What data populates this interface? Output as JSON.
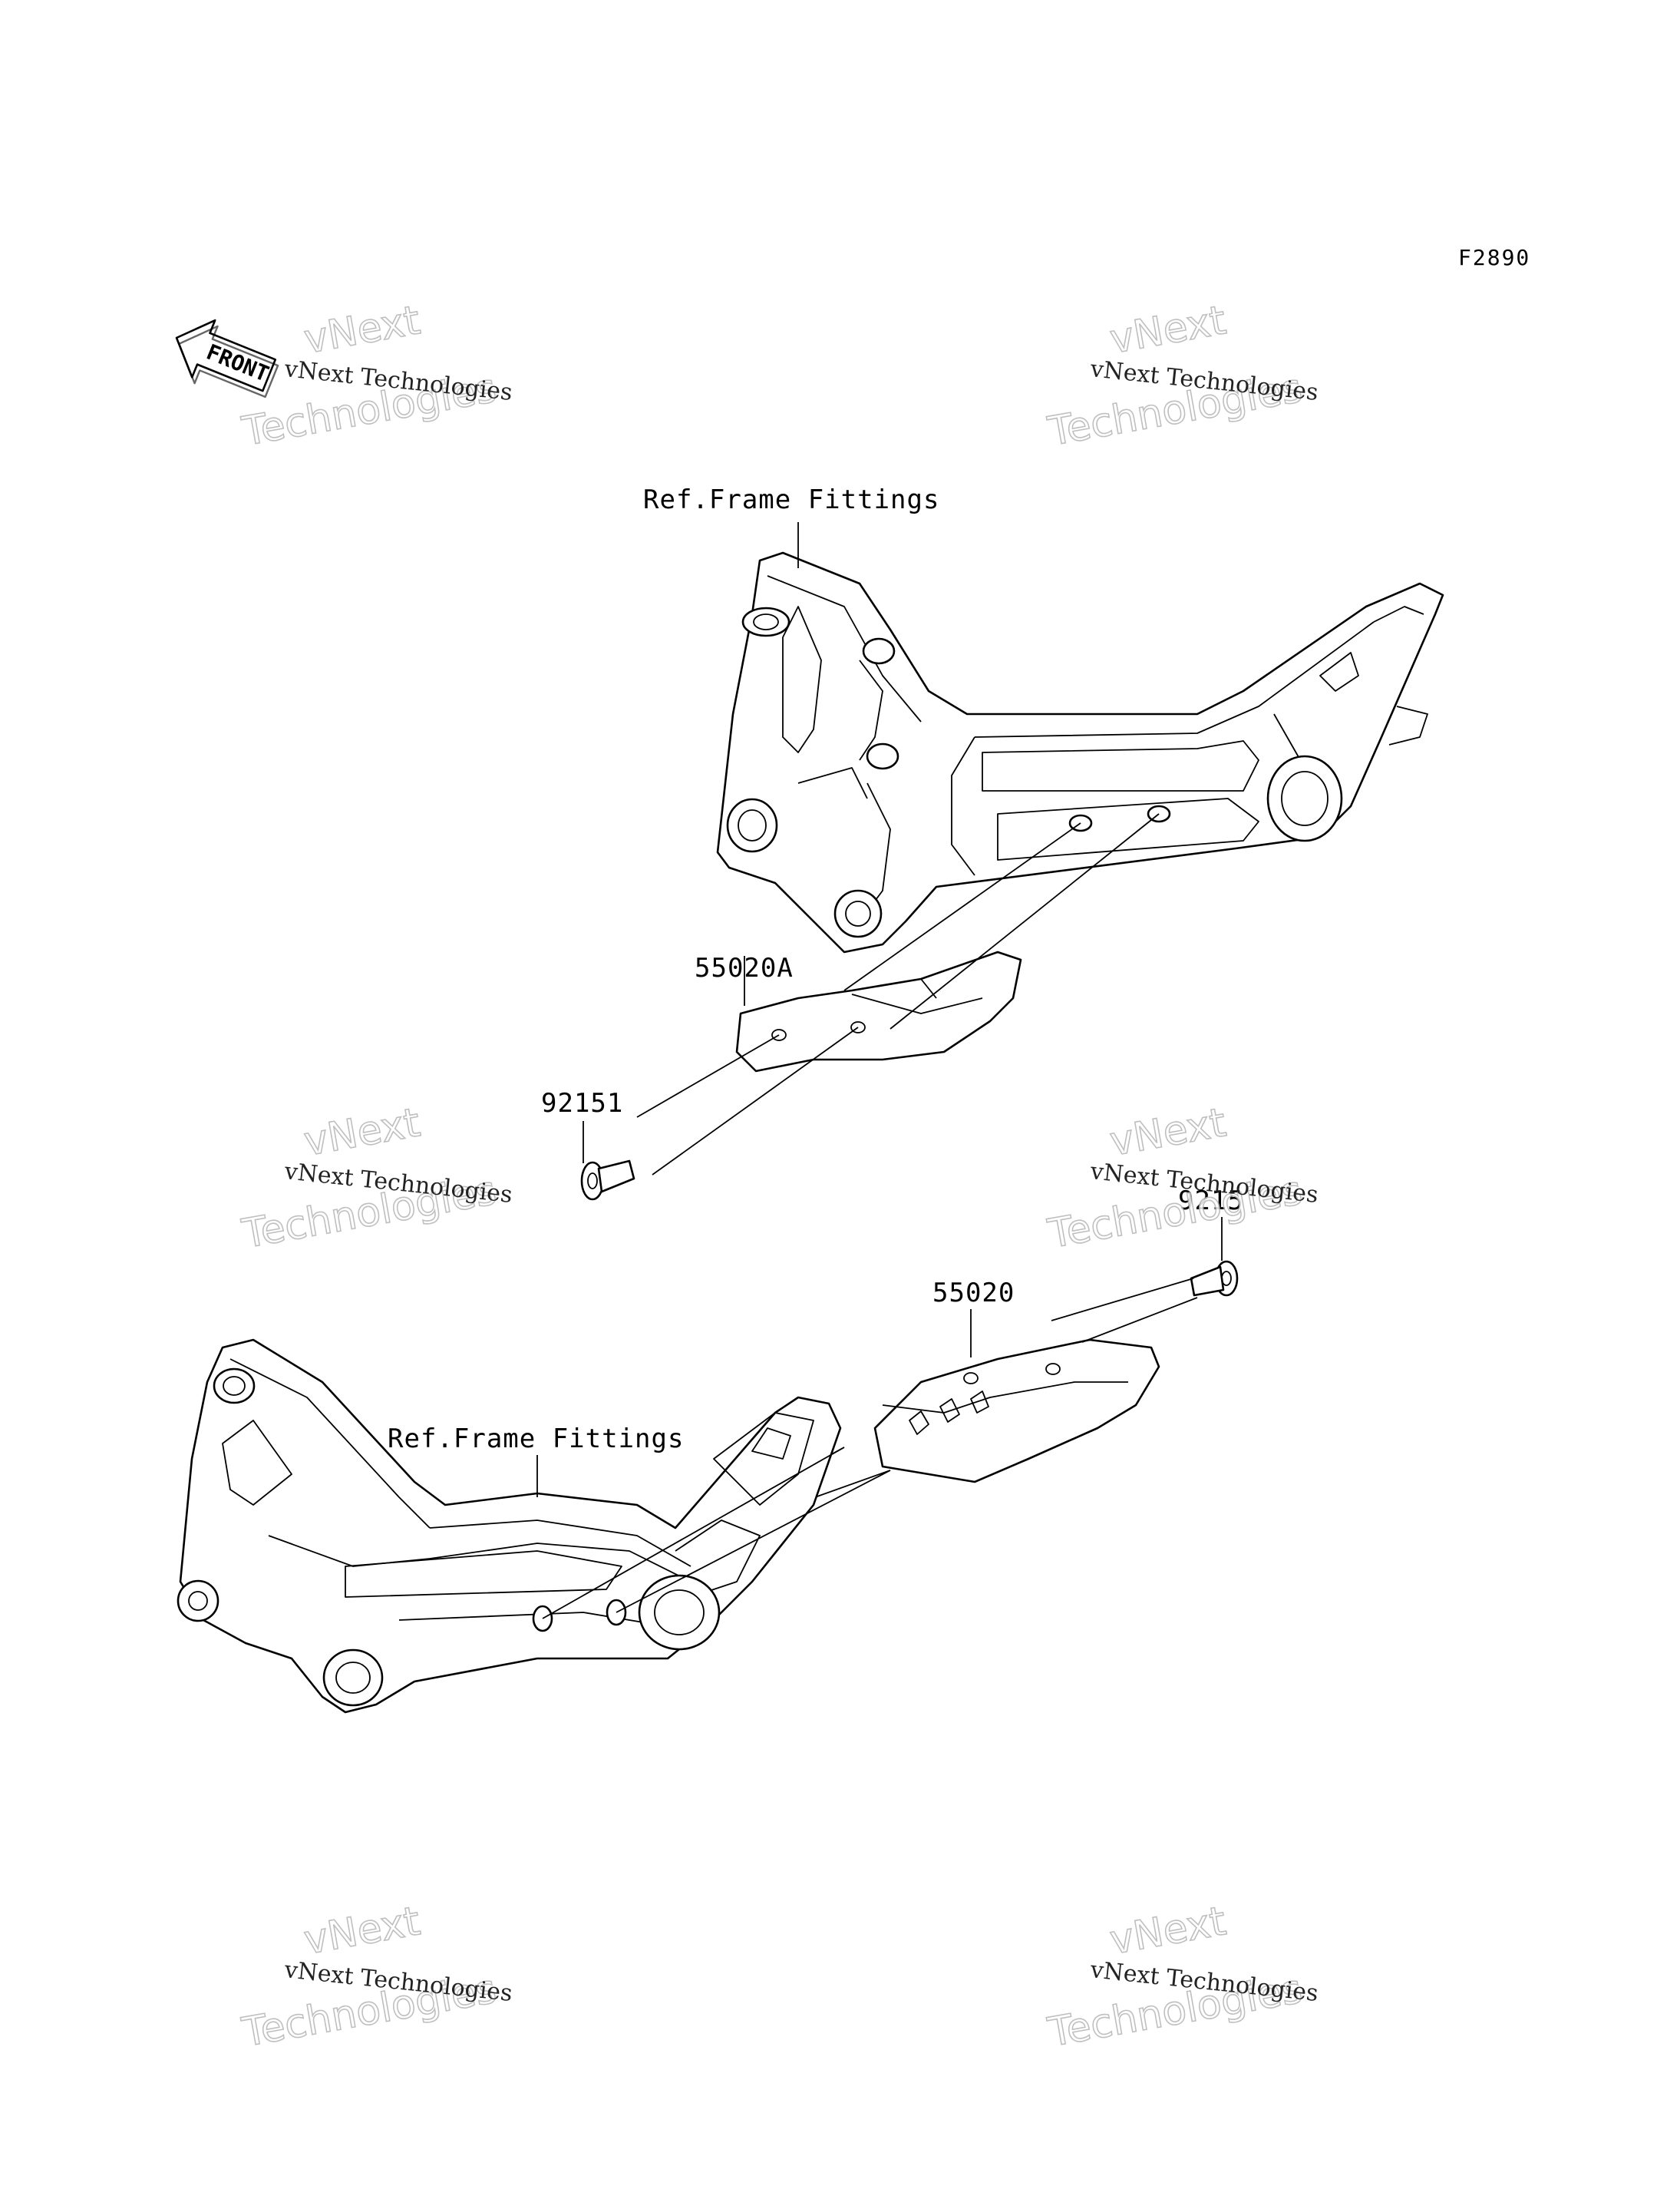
{
  "diagram_code": "F2890",
  "front_arrow_text": "FRONT",
  "labels": {
    "ref_frame_top": "Ref.Frame Fittings",
    "ref_frame_bottom": "Ref.Frame Fittings",
    "part_55020A": "55020A",
    "part_92151_left": "92151",
    "part_92151_right": "9215",
    "part_55020": "55020"
  },
  "watermark": {
    "small": "vNext Technologies",
    "big_line1": "vNext",
    "big_line2": "Technologies"
  }
}
